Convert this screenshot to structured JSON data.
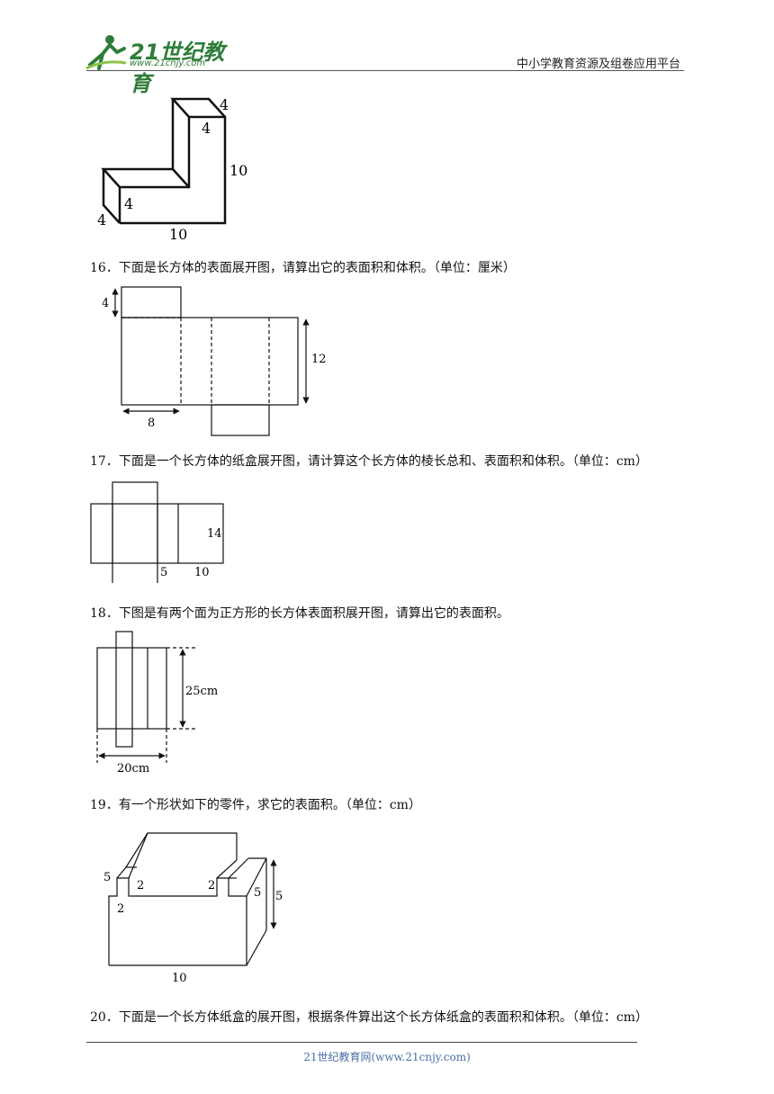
{
  "header": {
    "logo_text": "21世纪教育",
    "logo_url": "www.21cnjy.com",
    "platform": "中小学教育资源及组卷应用平台"
  },
  "figure_l_shape": {
    "labels": [
      "4",
      "4",
      "10",
      "4",
      "4",
      "10"
    ]
  },
  "questions": [
    {
      "number": "16．",
      "text": "下面是长方体的表面展开图，请算出它的表面积和体积。（单位：厘米）"
    },
    {
      "number": "17．",
      "text": "下面是一个长方体的纸盒展开图，请计算这个长方体的棱长总和、表面积和体积。（单位：cm）"
    },
    {
      "number": "18．",
      "text": "下图是有两个面为正方形的长方体表面积展开图，请算出它的表面积。"
    },
    {
      "number": "19．",
      "text": "有一个形状如下的零件，求它的表面积。（单位：cm）"
    },
    {
      "number": "20．",
      "text": "下面是一个长方体纸盒的展开图，根据条件算出这个长方体纸盒的表面积和体积。（单位：cm）"
    }
  ],
  "figure16": {
    "labels": [
      "4",
      "12",
      "8"
    ]
  },
  "figure17": {
    "labels": [
      "14",
      "5",
      "10"
    ]
  },
  "figure18": {
    "labels": [
      "25cm",
      "20cm"
    ]
  },
  "figure19": {
    "labels": [
      "5",
      "2",
      "2",
      "2",
      "5",
      "5",
      "10"
    ]
  },
  "footer": {
    "text": "21世纪教育网(www.21cnjy.com)"
  }
}
